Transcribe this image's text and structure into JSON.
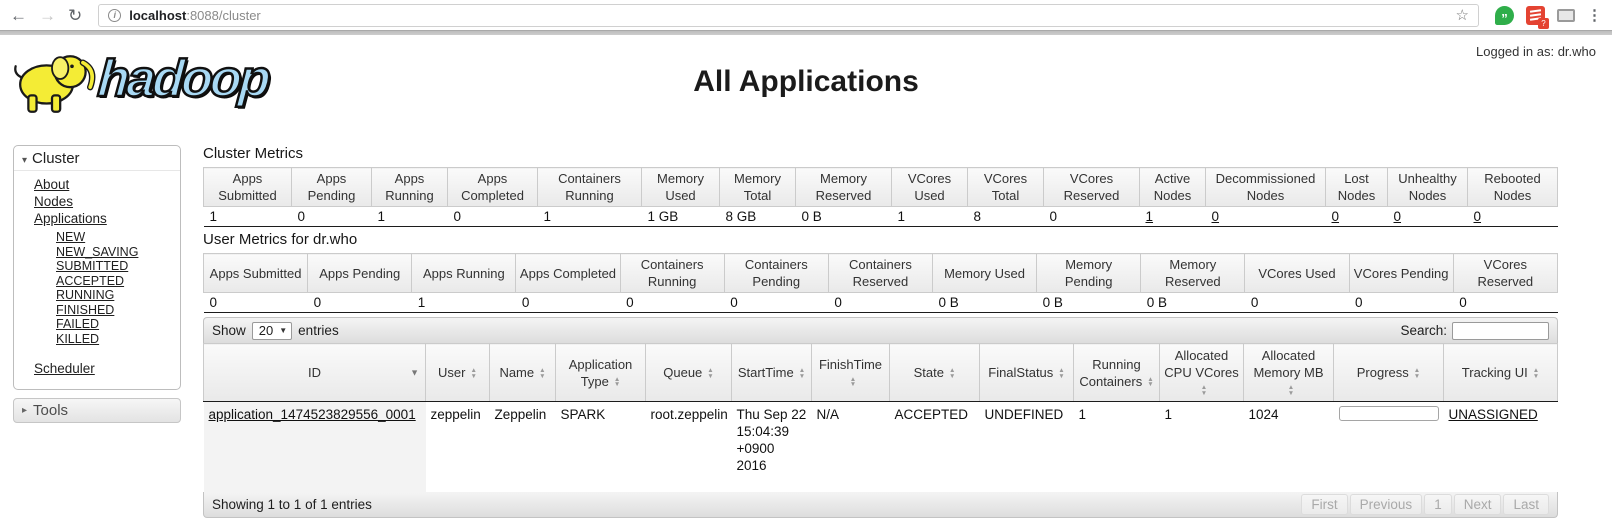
{
  "browser": {
    "url_host": "localhost",
    "url_rest": ":8088/cluster"
  },
  "icons": {
    "back": "←",
    "forward": "→",
    "refresh": "↻",
    "info": "i",
    "star": "☆",
    "menu": "⋮",
    "quote": "”",
    "badge": "?",
    "caret_down": "▾",
    "caret_right": "▸",
    "select_caret": "▼",
    "sort_asc": "▲",
    "sort_desc": "▼"
  },
  "header": {
    "logo_text": "hadoop",
    "title": "All Applications",
    "logged_in": "Logged in as: dr.who"
  },
  "sidebar": {
    "cluster_label": "Cluster",
    "tools_label": "Tools",
    "links": [
      "About",
      "Nodes",
      "Applications"
    ],
    "app_states": [
      "NEW",
      "NEW_SAVING",
      "SUBMITTED",
      "ACCEPTED",
      "RUNNING",
      "FINISHED",
      "FAILED",
      "KILLED"
    ],
    "scheduler_label": "Scheduler"
  },
  "cluster_metrics": {
    "title": "Cluster Metrics",
    "columns": [
      "Apps Submitted",
      "Apps Pending",
      "Apps Running",
      "Apps Completed",
      "Containers Running",
      "Memory Used",
      "Memory Total",
      "Memory Reserved",
      "VCores Used",
      "VCores Total",
      "VCores Reserved",
      "Active Nodes",
      "Decommissioned Nodes",
      "Lost Nodes",
      "Unhealthy Nodes",
      "Rebooted Nodes"
    ],
    "values": [
      "1",
      "0",
      "1",
      "0",
      "1",
      "1 GB",
      "8 GB",
      "0 B",
      "1",
      "8",
      "0",
      "1",
      "0",
      "0",
      "0",
      "0"
    ]
  },
  "user_metrics": {
    "title": "User Metrics for dr.who",
    "columns": [
      "Apps Submitted",
      "Apps Pending",
      "Apps Running",
      "Apps Completed",
      "Containers Running",
      "Containers Pending",
      "Containers Reserved",
      "Memory Used",
      "Memory Pending",
      "Memory Reserved",
      "VCores Used",
      "VCores Pending",
      "VCores Reserved"
    ],
    "values": [
      "0",
      "0",
      "1",
      "0",
      "0",
      "0",
      "0",
      "0 B",
      "0 B",
      "0 B",
      "0",
      "0",
      "0"
    ]
  },
  "controls": {
    "show_label": "Show",
    "page_size": "20",
    "entries_label": "entries",
    "search_label": "Search:",
    "search_value": ""
  },
  "app_table": {
    "columns": [
      "ID",
      "User",
      "Name",
      "Application Type",
      "Queue",
      "StartTime",
      "FinishTime",
      "State",
      "FinalStatus",
      "Running Containers",
      "Allocated CPU VCores",
      "Allocated Memory MB",
      "Progress",
      "Tracking UI"
    ],
    "row": {
      "id": "application_1474523829556_0001",
      "user": "zeppelin",
      "name": "Zeppelin",
      "application_type": "SPARK",
      "queue": "root.zeppelin",
      "start_time": "Thu Sep 22 15:04:39 +0900 2016",
      "finish_time": "N/A",
      "state": "ACCEPTED",
      "final_status": "UNDEFINED",
      "running_containers": "1",
      "allocated_cpu_vcores": "1",
      "allocated_memory_mb": "1024",
      "progress_percent": 0,
      "tracking_ui": "UNASSIGNED"
    }
  },
  "footer": {
    "showing_label": "Showing 1 to 1 of 1 entries",
    "pagination": [
      "First",
      "Previous",
      "1",
      "Next",
      "Last"
    ]
  }
}
